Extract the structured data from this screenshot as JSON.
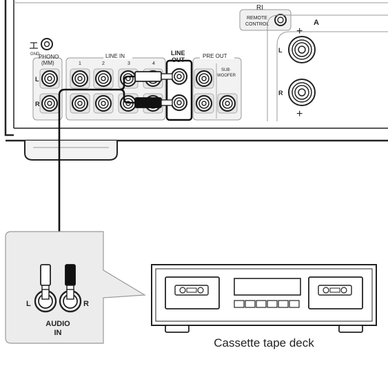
{
  "amplifier": {
    "ground_label": "GND",
    "remote_brand": "RI",
    "remote_line1": "REMOTE",
    "remote_line2": "CONTROL",
    "phono_line1": "PHONO",
    "phono_line2": "(MM)",
    "line_in_label": "LINE IN",
    "line_in_numbers": [
      "1",
      "2",
      "3",
      "4"
    ],
    "line_out_line1": "LINE",
    "line_out_line2": "OUT",
    "pre_out_label": "PRE OUT",
    "subwoofer_line1": "SUB·",
    "subwoofer_line2": "WOOFER",
    "channel_left": "L",
    "channel_right": "R",
    "speaker_letter": "A",
    "plus_sign": "+"
  },
  "inset": {
    "channel_left": "L",
    "channel_right": "R",
    "audio_in_line1": "AUDIO",
    "audio_in_line2": "IN"
  },
  "device": {
    "caption": "Cassette tape deck"
  }
}
